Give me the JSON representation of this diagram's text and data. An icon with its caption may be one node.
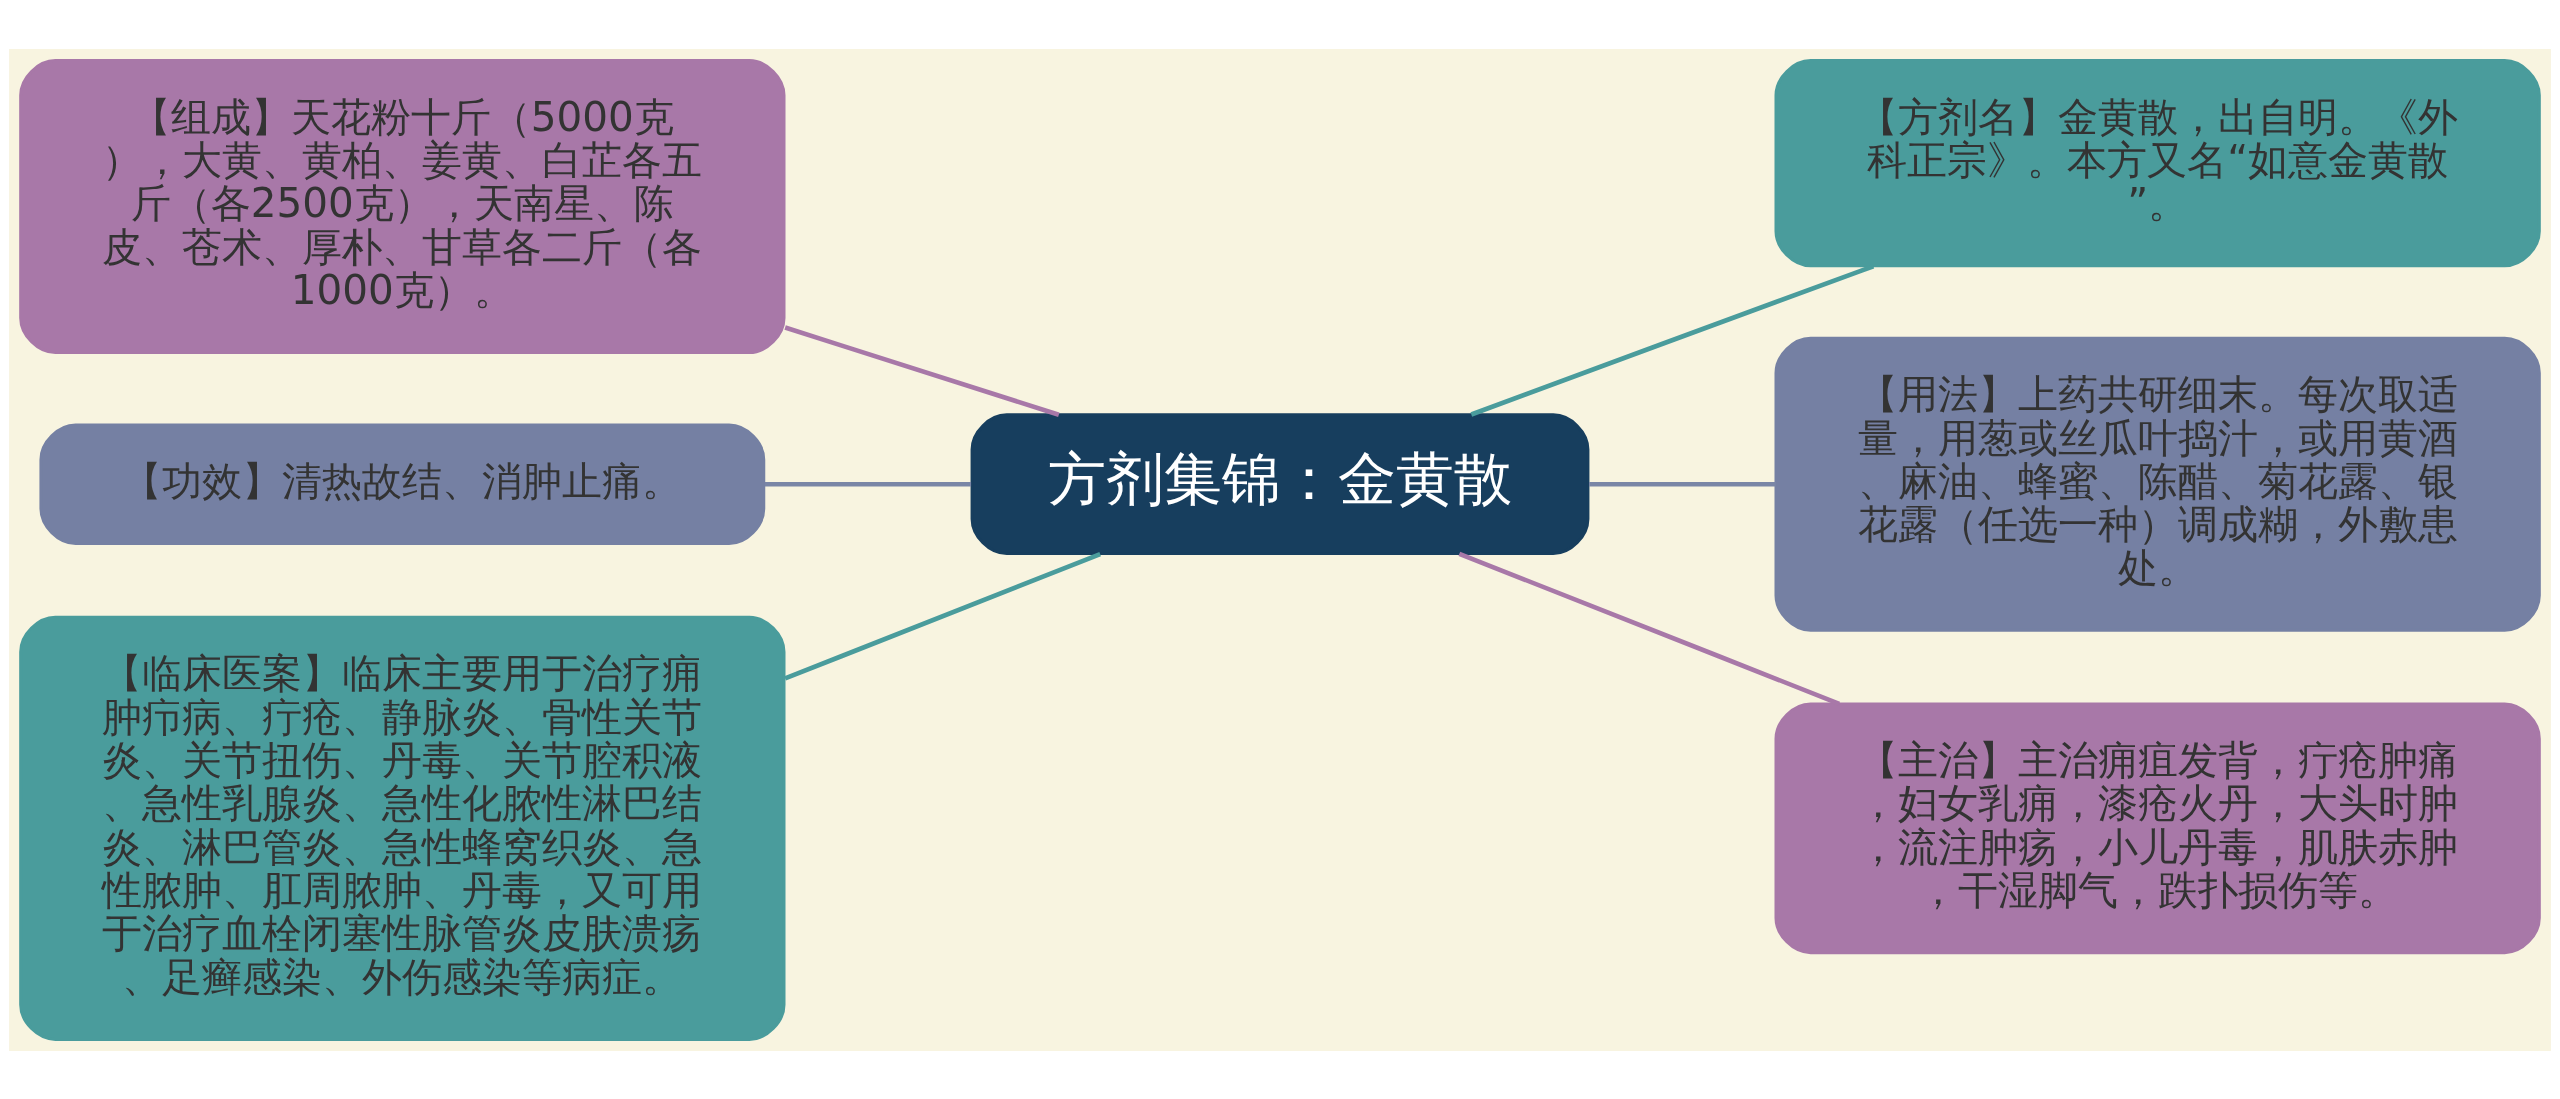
{
  "diagram": {
    "nodes": [
      {
        "text": [
          "方剂集锦：金黄散"
        ]
      },
      {
        "text": [
          "【组成】天花粉十斤（5000克），大黄、黄柏、姜黄、白芷各五斤（各2500克），天南星、陈皮、苍术、厚朴、甘草各二斤（各1000克）。"
        ]
      },
      {
        "text": [
          "【功效】清热故结、消肿止痛。"
        ]
      },
      {
        "text": [
          "【临床医案】临床主要用于治疗痈肿疖病、疔疮、静脉炎、骨性关节炎、关节扭伤、丹毒、关节腔积液、急性乳腺炎、急性化脓性淋巴结炎、淋巴管炎、急性蜂窝织炎、急性脓肿、肛周脓肿、丹毒，又可用于治疗血栓闭塞性脉管炎皮肤溃疡、足癣感染、外伤感染等病症。"
        ]
      },
      {
        "text": [
          "【方剂名】金黄散，出自明。《外科正宗》。本方又名“如意金黄散”。"
        ]
      },
      {
        "text": [
          "【用法】上药共研细末。每次取适量，用葱或丝瓜叶捣汁，或用黄酒、麻油、蜂蜜、陈醋、菊花露、银花露（任选一种）调成糊，外敷患处。"
        ]
      },
      {
        "text": [
          "【主治】主治痈疽发背，疔疮肿痛，妇女乳痈，漆疮火丹，大头时肿，流注肿疡，小儿丹毒，肌肤赤肿，干湿脚气，跌扑损伤等。"
        ]
      }
    ],
    "edges": [
      {
        "from": 0,
        "to": 1,
        "arrow": "none",
        "color": "#a878a8"
      },
      {
        "from": 0,
        "to": 2,
        "arrow": "none",
        "color": "#7a86a6"
      },
      {
        "from": 0,
        "to": 3,
        "arrow": "none",
        "color": "#4a9c9c"
      },
      {
        "from": 0,
        "to": 4,
        "arrow": "none",
        "color": "#4a9c9c"
      },
      {
        "from": 0,
        "to": 5,
        "arrow": "none",
        "color": "#7a86a6"
      },
      {
        "from": 0,
        "to": 6,
        "arrow": "none",
        "color": "#a878a8"
      }
    ]
  }
}
